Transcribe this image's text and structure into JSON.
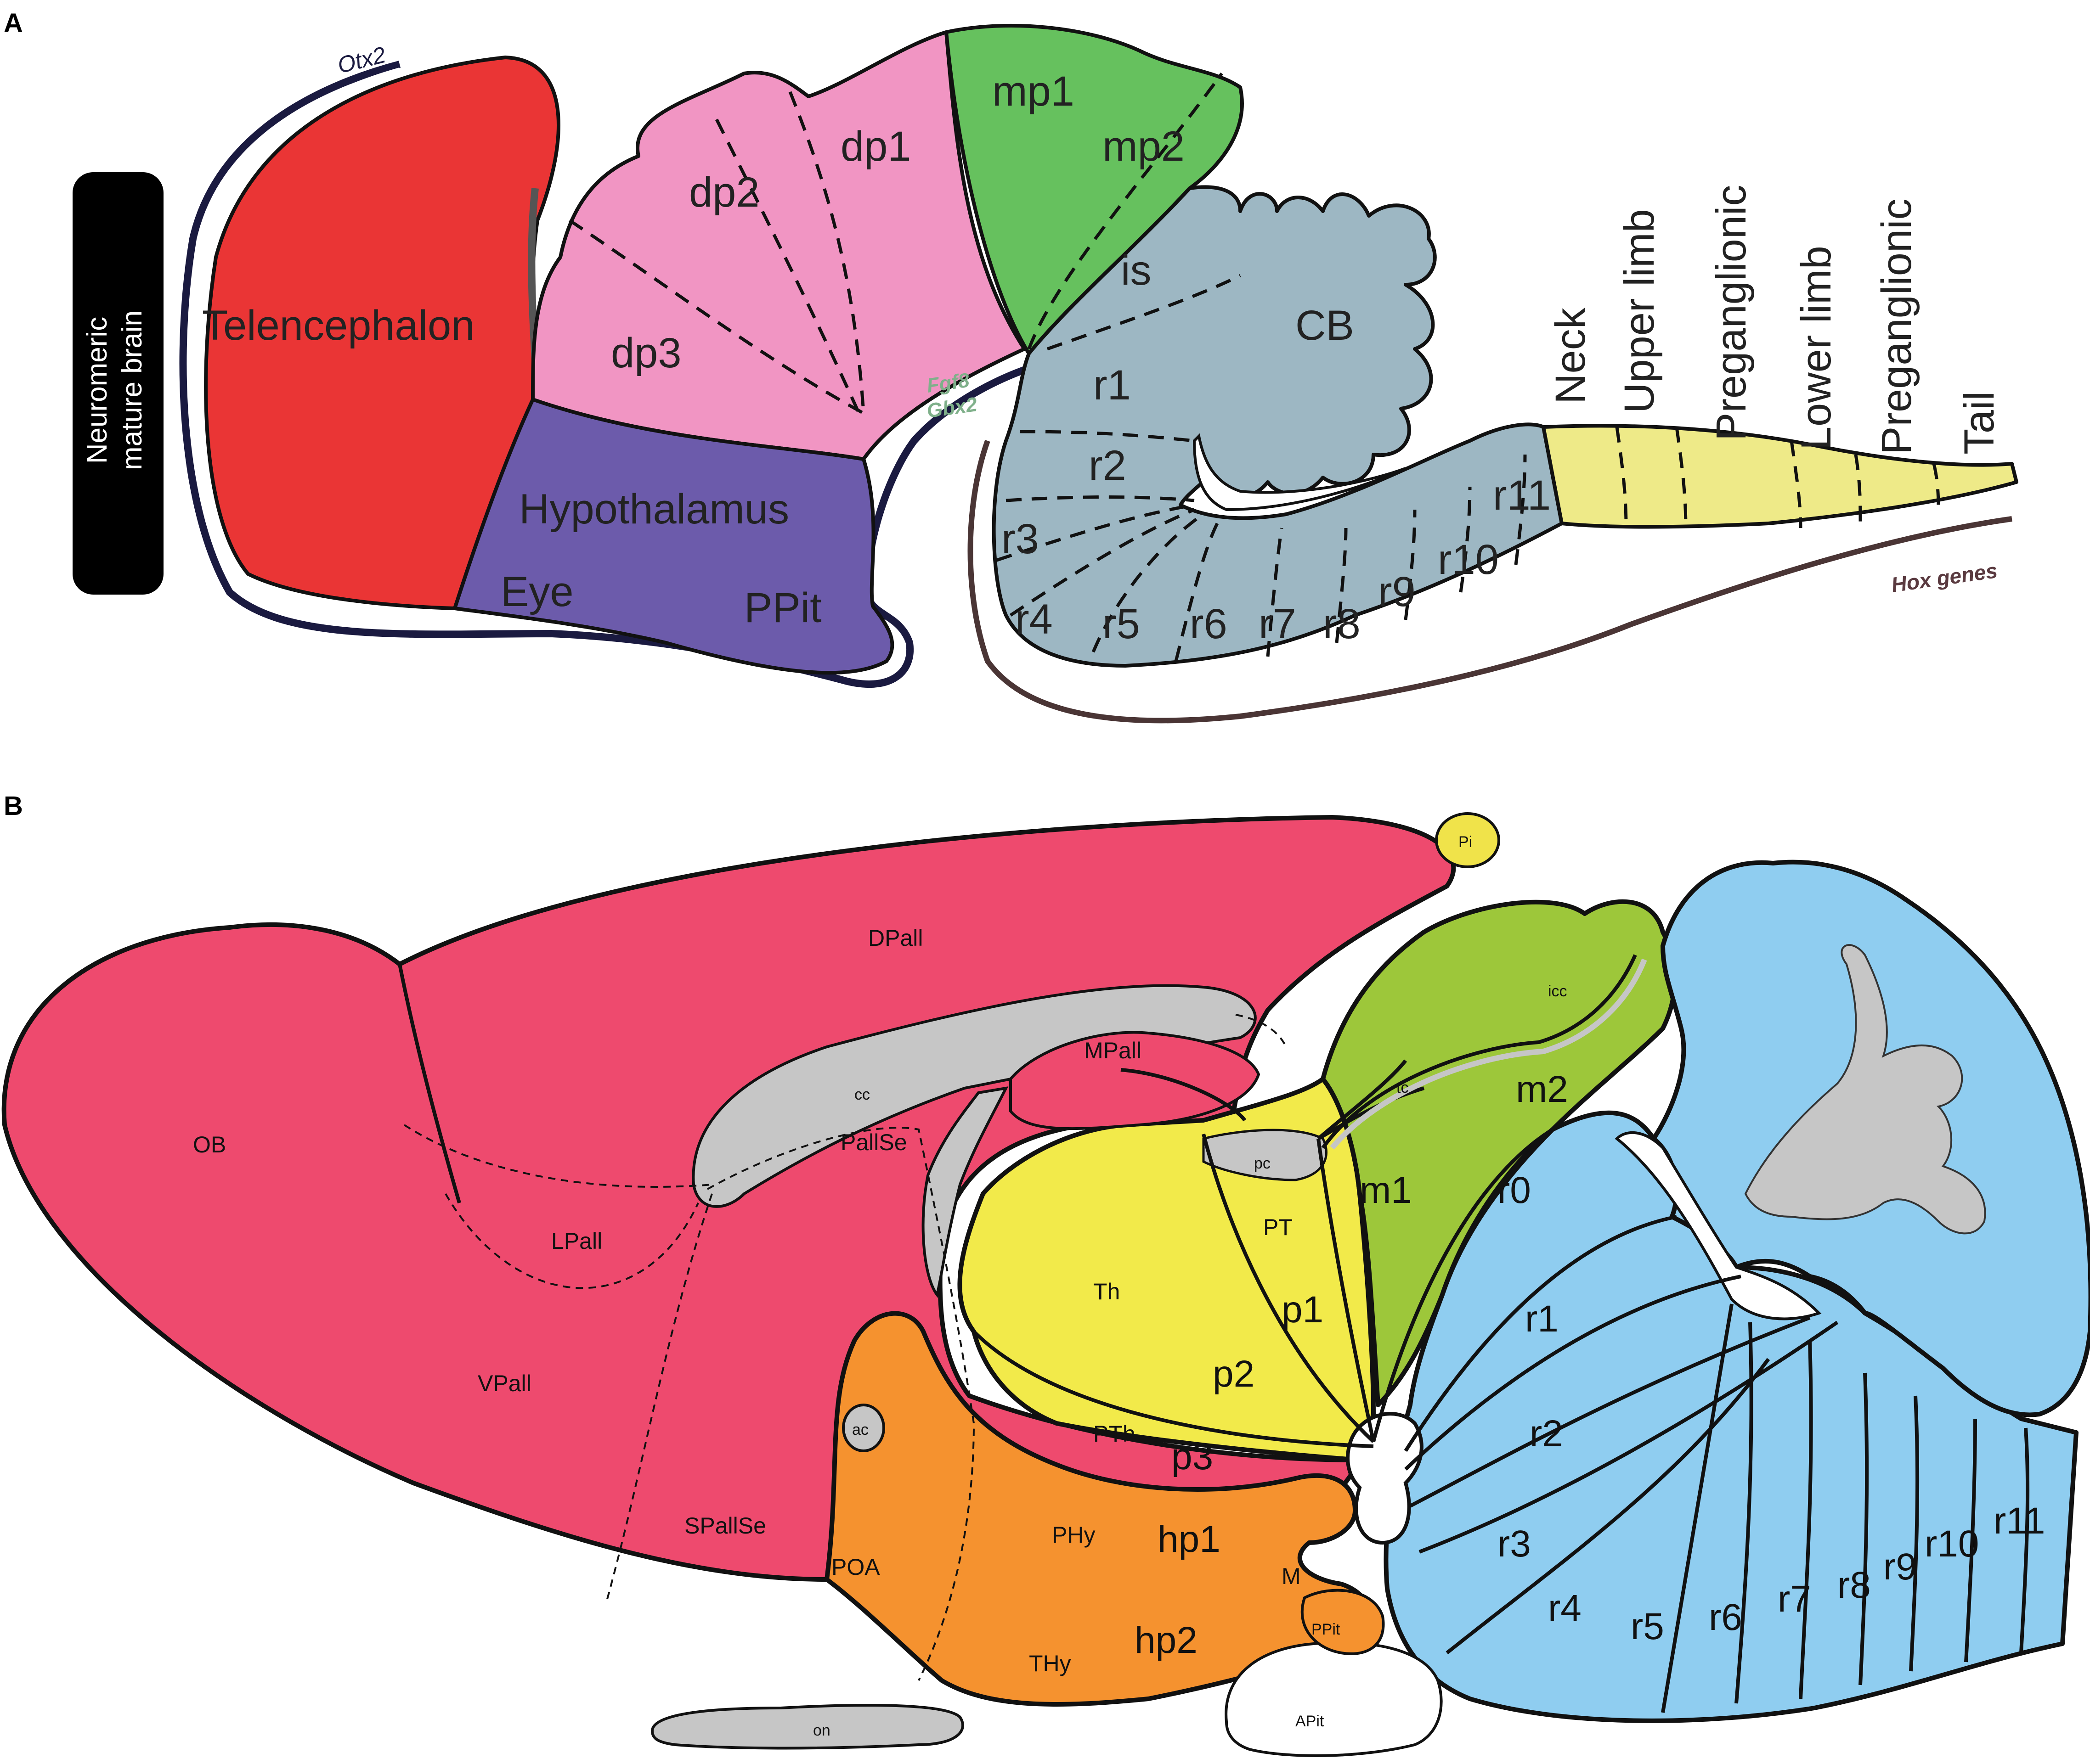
{
  "panel_a": {
    "letter": "A",
    "side_label_line1": "Neuromeric",
    "side_label_line2": "mature brain",
    "gene_labels": {
      "otx2": "Otx2",
      "fgf8": "Fgf8",
      "gbx2": "Gbx2",
      "hox": "Hox genes"
    },
    "regions": {
      "telencephalon": "Telencephalon",
      "dp1": "dp1",
      "dp2": "dp2",
      "dp3": "dp3",
      "mp1": "mp1",
      "mp2": "mp2",
      "is": "is",
      "cb": "CB",
      "r1": "r1",
      "r2": "r2",
      "r3": "r3",
      "r4": "r4",
      "r5": "r5",
      "r6": "r6",
      "r7": "r7",
      "r8": "r8",
      "r9": "r9",
      "r10": "r10",
      "r11": "r11",
      "hypothalamus": "Hypothalamus",
      "eye": "Eye",
      "ppit": "PPit"
    },
    "spinal": [
      "Neck",
      "Upper limb",
      "Preganglionic",
      "Lower limb",
      "Preganglionic",
      "Tail"
    ],
    "colors": {
      "telencephalon": "#ea3535",
      "diencephalon": "#f195c3",
      "midbrain": "#66c15e",
      "hindbrain": "#9db7c3",
      "hypothalamus": "#6c5bab",
      "spinal": "#eeea88"
    }
  },
  "panel_b": {
    "letter": "B",
    "regions": {
      "ob": "OB",
      "dpall": "DPall",
      "lpall": "LPall",
      "vpall": "VPall",
      "mpall": "MPall",
      "pallse": "PallSe",
      "spallse": "SPallSe",
      "cc": "cc",
      "ac": "ac",
      "on": "on",
      "poa": "POA",
      "phy": "PHy",
      "hp1": "hp1",
      "hp2": "hp2",
      "thy": "THy",
      "m": "M",
      "ppit": "PPit",
      "apit": "APit",
      "th": "Th",
      "pt": "PT",
      "pc": "pc",
      "p1": "p1",
      "p2": "p2",
      "p3": "p3",
      "pth": "PTh",
      "pi": "Pi",
      "icc": "icc",
      "tc": "tc",
      "m1": "m1",
      "m2": "m2",
      "r0": "r0",
      "r1": "r1",
      "r2": "r2",
      "r3": "r3",
      "r4": "r4",
      "r5": "r5",
      "r6": "r6",
      "r7": "r7",
      "r8": "r8",
      "r9": "r9",
      "r10": "r10",
      "r11": "r11"
    },
    "colors": {
      "pallium": "#ee4a6e",
      "thalamus": "#f2ea4a",
      "midbrain": "#9dc73a",
      "hindbrain": "#8fcdf0",
      "preoptic": "#f5922f",
      "gray": "#c6c6c6",
      "pineal": "#f0e34a"
    }
  }
}
